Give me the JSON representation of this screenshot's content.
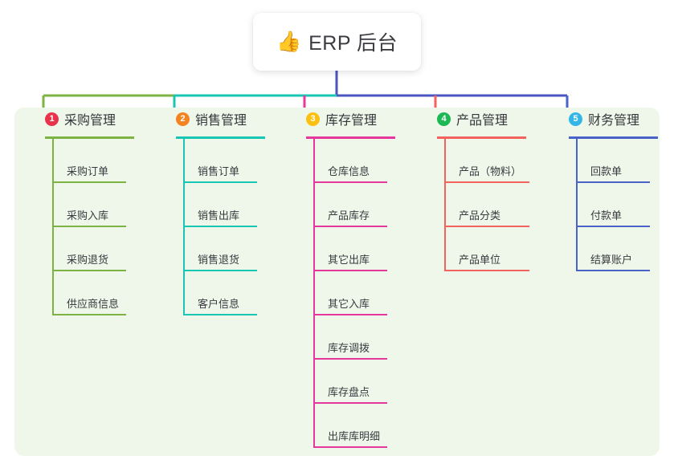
{
  "root": {
    "icon": "thumbs-up-icon",
    "emoji": "👍",
    "title": "ERP 后台"
  },
  "panel": {
    "background": "#eef7e9"
  },
  "columns": [
    {
      "number": "1",
      "title": "采购管理",
      "badge_color": "#e8334a",
      "line_color": "#7cb342",
      "items": [
        {
          "label": "采购订单"
        },
        {
          "label": "采购入库"
        },
        {
          "label": "采购退货"
        },
        {
          "label": "供应商信息"
        }
      ]
    },
    {
      "number": "2",
      "title": "销售管理",
      "badge_color": "#f58220",
      "line_color": "#18c6b4",
      "items": [
        {
          "label": "销售订单"
        },
        {
          "label": "销售出库"
        },
        {
          "label": "销售退货"
        },
        {
          "label": "客户信息"
        }
      ]
    },
    {
      "number": "3",
      "title": "库存管理",
      "badge_color": "#fcc010",
      "line_color": "#e5379c",
      "items": [
        {
          "label": "仓库信息"
        },
        {
          "label": "产品库存"
        },
        {
          "label": "其它出库"
        },
        {
          "label": "其它入库"
        },
        {
          "label": "库存调拨"
        },
        {
          "label": "库存盘点"
        },
        {
          "label": "出库库明细"
        }
      ]
    },
    {
      "number": "4",
      "title": "产品管理",
      "badge_color": "#1cb854",
      "line_color": "#f4625e",
      "items": [
        {
          "label": "产品（物料）"
        },
        {
          "label": "产品分类"
        },
        {
          "label": "产品单位"
        }
      ]
    },
    {
      "number": "5",
      "title": "财务管理",
      "badge_color": "#35b6e8",
      "line_color": "#4a63c8",
      "items": [
        {
          "label": "回款单"
        },
        {
          "label": "付款单"
        },
        {
          "label": "结算账户"
        }
      ]
    }
  ],
  "connector": {
    "stem_color": "#4a55c0",
    "bus_segments": [
      {
        "color": "#7cb342"
      },
      {
        "color": "#18c6b4"
      },
      {
        "color": "#4a55c0"
      },
      {
        "color": "#4a55c0"
      }
    ]
  }
}
